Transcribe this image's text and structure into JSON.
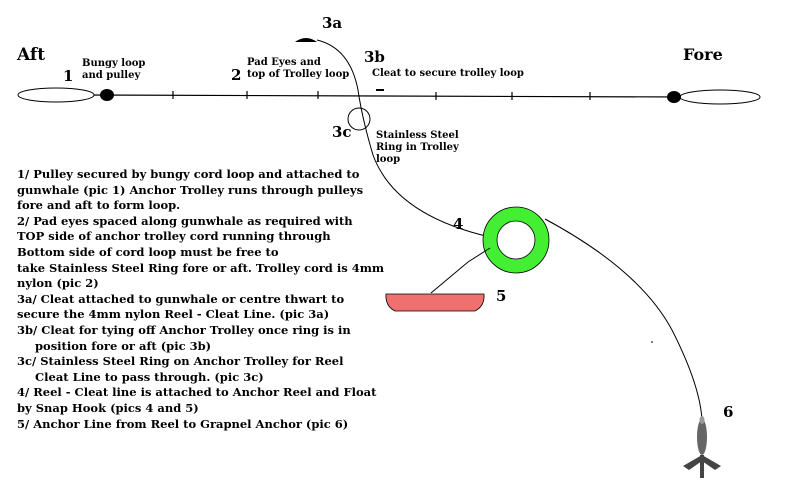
{
  "labels": {
    "aft": "Aft",
    "fore": "Fore",
    "n1": "1",
    "bungy": "Bungy loop\nand pulley",
    "n2": "2",
    "pad": "Pad Eyes and\ntop of Trolley loop",
    "n3a": "3a",
    "n3b": "3b",
    "cleat": "Cleat to secure trolley loop",
    "n3c": "3c",
    "ring": "Stainless Steel\nRing in Trolley\nloop",
    "n4": "4",
    "n5": "5",
    "n6": "6"
  },
  "notes": [
    "1/ Pulley secured by bungy cord loop and attached to",
    "gunwhale  (pic 1) Anchor Trolley runs through pulleys",
    "fore and aft to form loop.",
    "2/ Pad eyes spaced along gunwhale as required with",
    " TOP side of  anchor trolley cord running through",
    " Bottom side of cord loop must be free to",
    "take Stainless Steel Ring fore or aft. Trolley cord is 4mm",
    "nylon (pic 2)",
    "3a/ Cleat attached to gunwhale or centre thwart to",
    "secure the  4mm nylon Reel - Cleat Line. (pic 3a)",
    "3b/ Cleat for tying off Anchor Trolley once ring is in",
    "position fore or aft  (pic 3b)",
    "3c/ Stainless Steel Ring on Anchor Trolley for Reel",
    "Cleat Line to pass through. (pic 3c)",
    "4/ Reel - Cleat line is attached to Anchor Reel and Float",
    "by Snap Hook (pics 4 and 5)",
    "5/ Anchor Line from Reel to Grapnel Anchor (pic 6)"
  ],
  "colors": {
    "reel": "#44ee33",
    "float": "#f07070",
    "line": "#000000"
  }
}
